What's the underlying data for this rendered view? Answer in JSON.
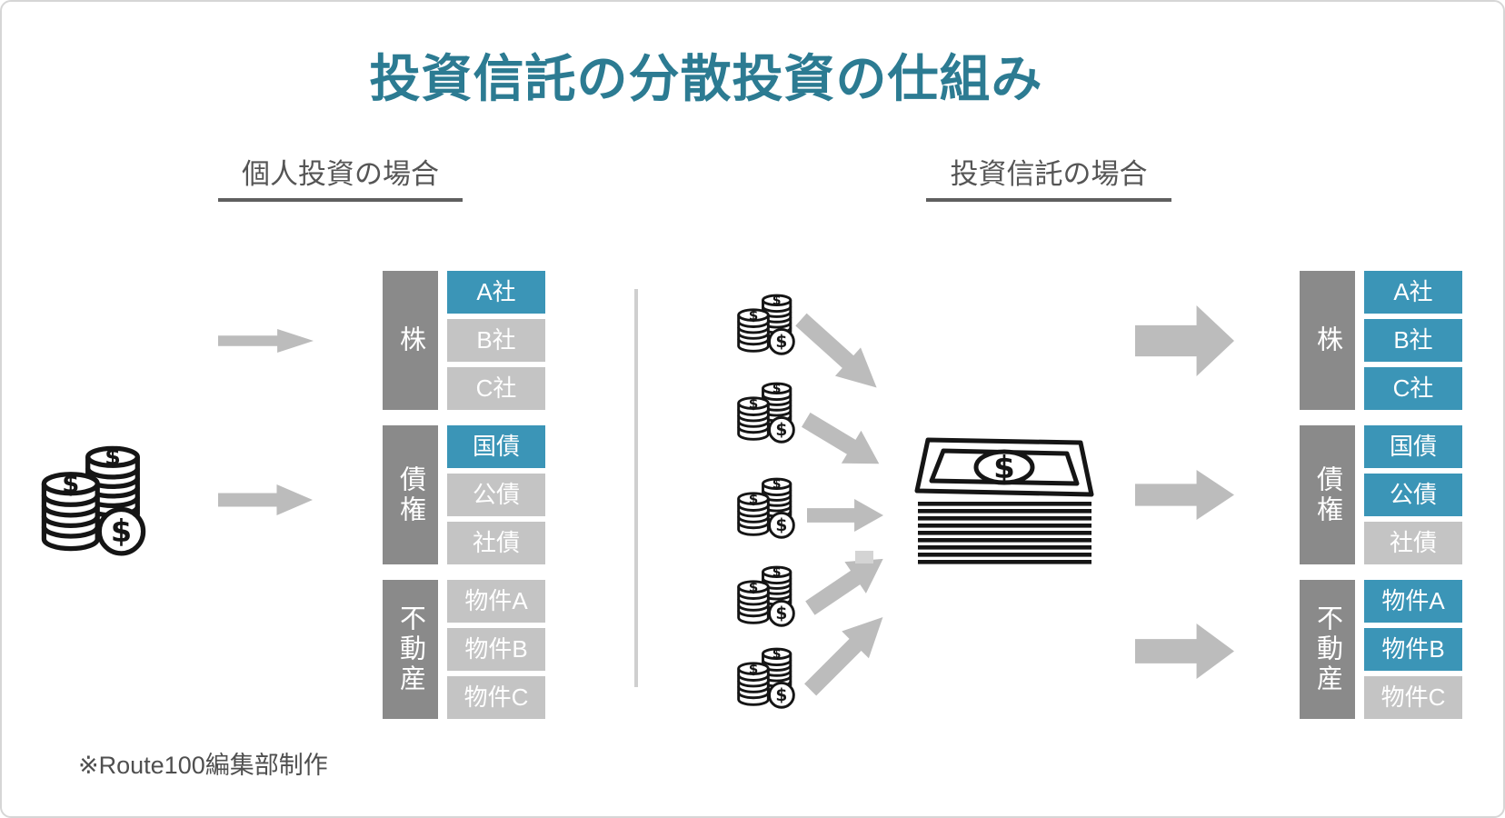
{
  "page": {
    "title": "投資信託の分散投資の仕組み",
    "footer_note": "※Route100編集部制作"
  },
  "colors": {
    "title": "#2c7b92",
    "highlight_blue": "#3b95b7",
    "inactive_gray": "#c4c4c4",
    "category_gray": "#8a8a8a",
    "arrow_gray": "#bcbcbc",
    "heading_text": "#555555",
    "heading_underline": "#5f5f5f",
    "divider": "#cfcfcf",
    "footer_text": "#4f4f4f"
  },
  "icons": {
    "individual_source": "coin-stack-icon",
    "trust_investor": "coin-stack-icon",
    "trust_pool": "money-stack-icon",
    "trust_investor_count": 5
  },
  "sections": {
    "individual": {
      "heading": "個人投資の場合",
      "groups": [
        {
          "category": "株",
          "items": [
            {
              "label": "A社",
              "highlighted": true
            },
            {
              "label": "B社",
              "highlighted": false
            },
            {
              "label": "C社",
              "highlighted": false
            }
          ]
        },
        {
          "category": "債権",
          "items": [
            {
              "label": "国債",
              "highlighted": true
            },
            {
              "label": "公債",
              "highlighted": false
            },
            {
              "label": "社債",
              "highlighted": false
            }
          ]
        },
        {
          "category": "不動産",
          "items": [
            {
              "label": "物件A",
              "highlighted": false
            },
            {
              "label": "物件B",
              "highlighted": false
            },
            {
              "label": "物件C",
              "highlighted": false
            }
          ]
        }
      ]
    },
    "trust": {
      "heading": "投資信託の場合",
      "groups": [
        {
          "category": "株",
          "items": [
            {
              "label": "A社",
              "highlighted": true
            },
            {
              "label": "B社",
              "highlighted": true
            },
            {
              "label": "C社",
              "highlighted": true
            }
          ]
        },
        {
          "category": "債権",
          "items": [
            {
              "label": "国債",
              "highlighted": true
            },
            {
              "label": "公債",
              "highlighted": true
            },
            {
              "label": "社債",
              "highlighted": false
            }
          ]
        },
        {
          "category": "不動産",
          "items": [
            {
              "label": "物件A",
              "highlighted": true
            },
            {
              "label": "物件B",
              "highlighted": true
            },
            {
              "label": "物件C",
              "highlighted": false
            }
          ]
        }
      ]
    }
  }
}
